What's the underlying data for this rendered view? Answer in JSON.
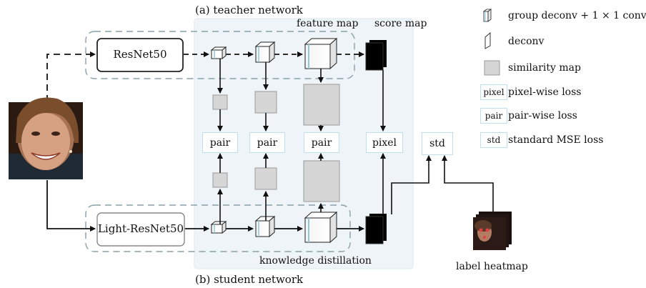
{
  "header": {
    "teacher_title": "(a) teacher network",
    "student_title": "(b) student network",
    "feature_map": "feature map",
    "score_map": "score map"
  },
  "nodes": {
    "teacher_backbone": "ResNet50",
    "student_backbone": "Light-ResNet50",
    "pair1": "pair",
    "pair2": "pair",
    "pair3": "pair",
    "pixel": "pixel",
    "std": "std"
  },
  "annotations": {
    "knowledge_distillation": "knowledge distillation",
    "label_heatmap": "label heatmap"
  },
  "legend": {
    "items": [
      {
        "icon": "group-deconv-icon",
        "text": "group deconv + 1 × 1 conv"
      },
      {
        "icon": "deconv-icon",
        "text": "deconv"
      },
      {
        "icon": "similarity-map-icon",
        "text": "similarity map"
      },
      {
        "tag": "pixel",
        "text": "pixel-wise loss"
      },
      {
        "tag": "pair",
        "text": "pair-wise loss"
      },
      {
        "tag": "std",
        "text": "standard MSE loss"
      }
    ]
  },
  "colors": {
    "panel": "#eef4f7",
    "similarity_map": "#d6d6d6",
    "tag_border": "#bfe0ea",
    "score_map": "#000000"
  }
}
